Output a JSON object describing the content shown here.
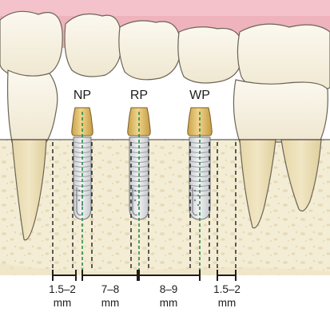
{
  "implant_labels": [
    "NP",
    "RP",
    "WP"
  ],
  "distance_labels": [
    {
      "value": "1.5–2",
      "unit": "mm"
    },
    {
      "value": "7–8",
      "unit": "mm"
    },
    {
      "value": "8–9",
      "unit": "mm"
    },
    {
      "value": "1.5–2",
      "unit": "mm"
    }
  ],
  "colors": {
    "gum": "#efb3bd",
    "tooth": "#f5efe0",
    "root": "#e9dcb2",
    "bone": "#f3ecd4",
    "implant_collar": "#e2c271",
    "implant_body": "#e2e4e6",
    "axis_line": "#2a8a4a"
  }
}
